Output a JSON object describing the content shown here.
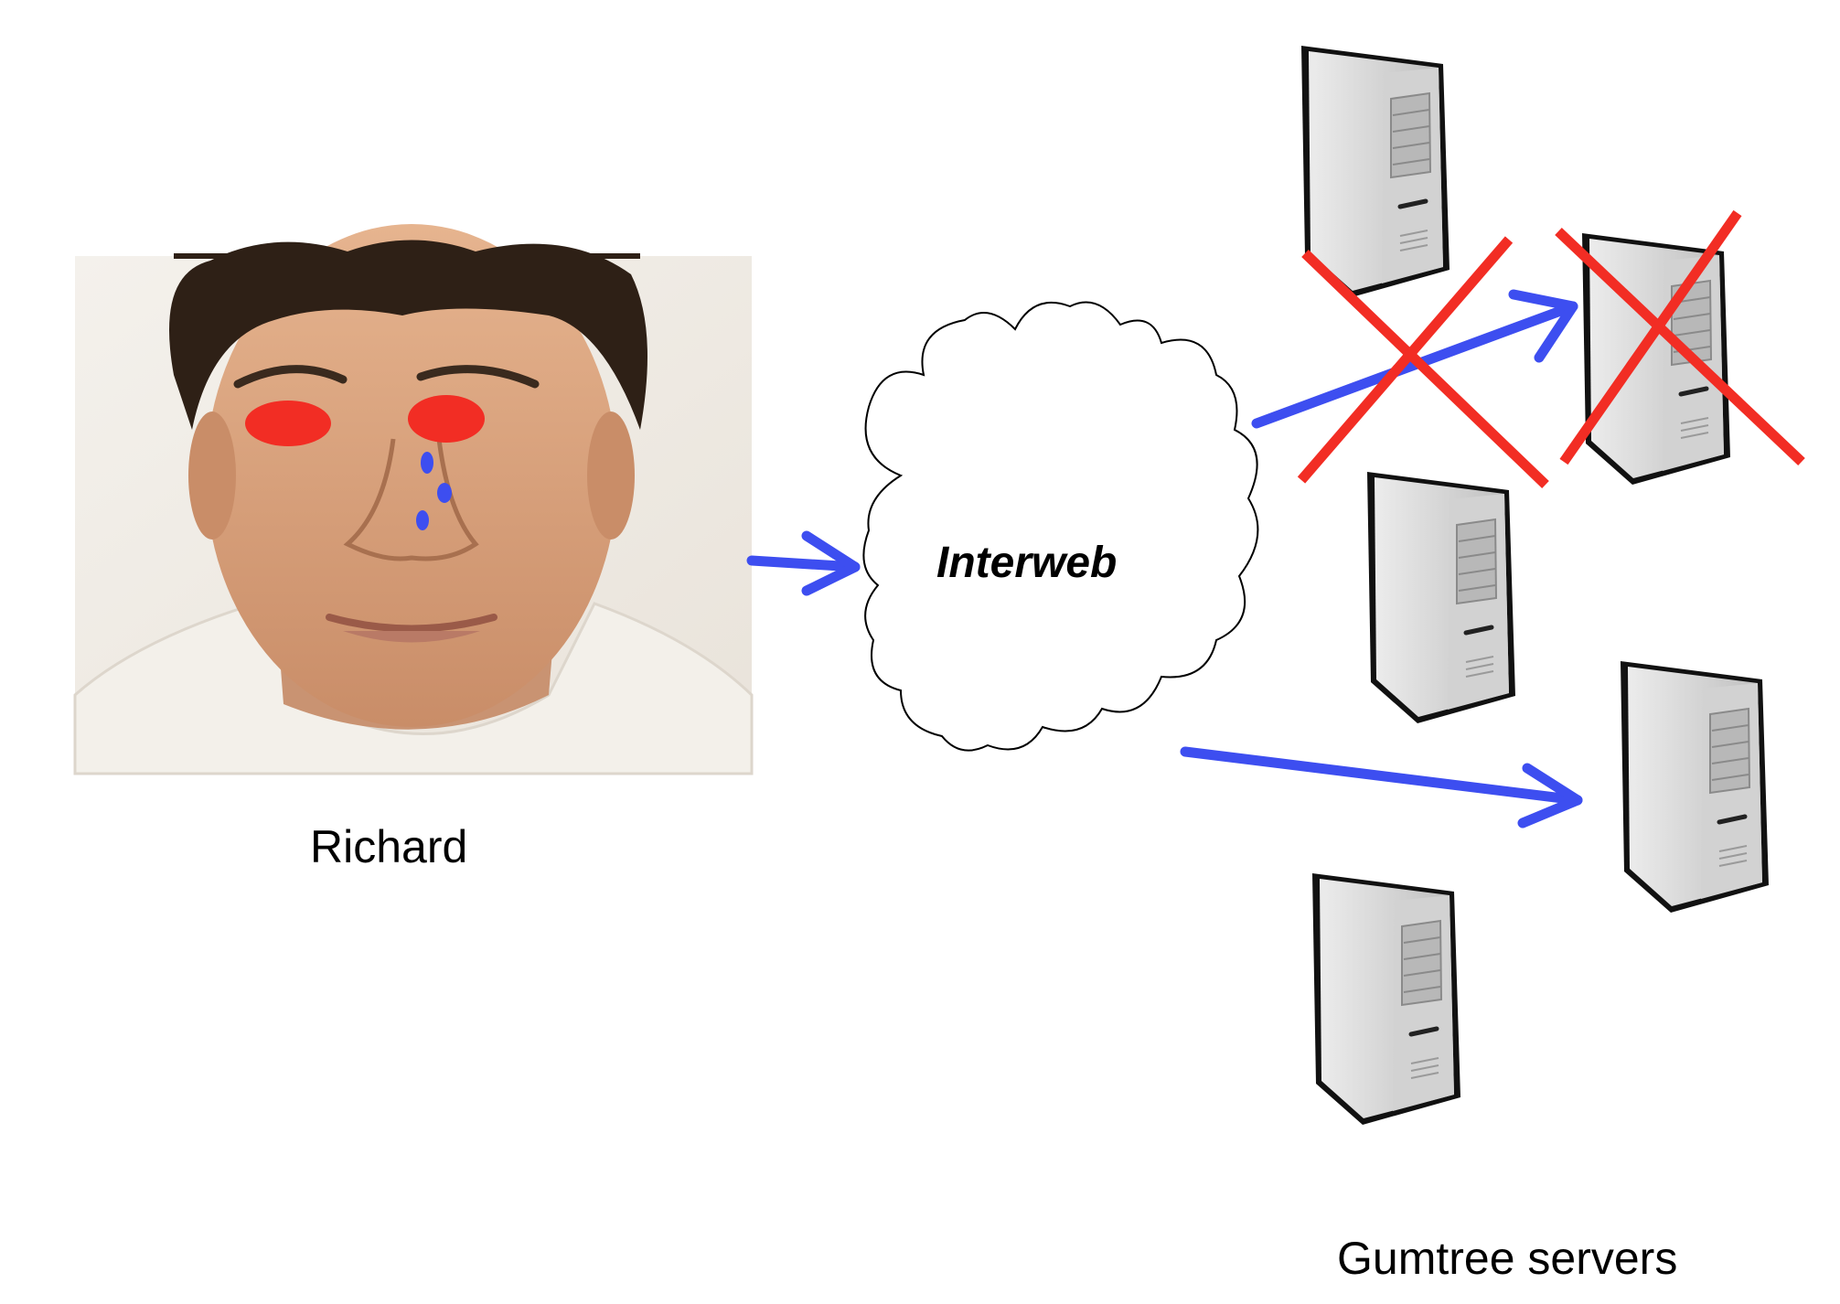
{
  "person": {
    "name": "Richard"
  },
  "network": {
    "label": "Interweb"
  },
  "servers": {
    "label": "Gumtree servers"
  },
  "colors": {
    "arrow": "#3d4ef0",
    "cross": "#f22d24",
    "eye": "#f22d24",
    "tear": "#3d4ef0"
  },
  "icons": [
    "server-icon",
    "cloud-shape",
    "cross-mark",
    "arrow"
  ]
}
